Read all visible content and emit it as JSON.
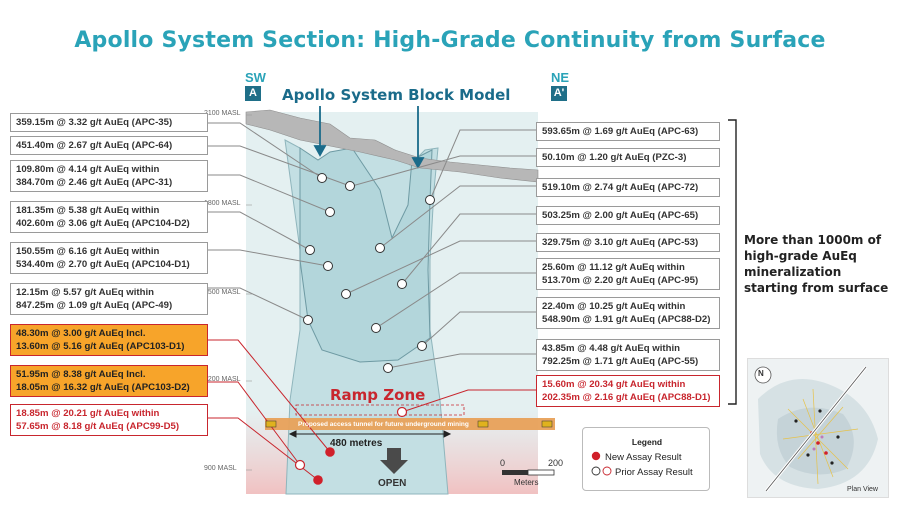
{
  "title": "Apollo System Section: High-Grade Continuity from Surface",
  "section": {
    "sw_label": "SW",
    "sw_letter": "A",
    "ne_label": "NE",
    "ne_letter": "A'",
    "block_model": "Apollo System Block Model",
    "ramp_zone": "Ramp Zone",
    "tunnel_text": "Proposed access tunnel for future underground mining",
    "metres": "480 metres",
    "open": "OPEN",
    "elevations": [
      "2100 MASL",
      "1800 MASL",
      "1500 MASL",
      "1200 MASL",
      "900 MASL"
    ]
  },
  "left_labels": [
    {
      "line1": "359.15m @ 3.32 g/t AuEq (APC-35)",
      "line2": "",
      "style": "normal"
    },
    {
      "line1": "451.40m @ 2.67 g/t AuEq (APC-64)",
      "line2": "",
      "style": "normal"
    },
    {
      "line1": "109.80m @ 4.14 g/t AuEq within",
      "line2": "384.70m @ 2.46 g/t AuEq (APC-31)",
      "style": "normal"
    },
    {
      "line1": "181.35m @ 5.38 g/t AuEq within",
      "line2": "402.60m @ 3.06 g/t AuEq (APC104-D2)",
      "style": "normal"
    },
    {
      "line1": "150.55m @ 6.16 g/t AuEq within",
      "line2": "534.40m @ 2.70 g/t AuEq (APC104-D1)",
      "style": "normal"
    },
    {
      "line1": "12.15m @ 5.57 g/t AuEq within",
      "line2": "847.25m @ 1.09 g/t AuEq (APC-49)",
      "style": "normal"
    },
    {
      "line1": "48.30m @ 3.00 g/t AuEq Incl.",
      "line2": "13.60m @ 5.16 g/t AuEq (APC103-D1)",
      "style": "orange"
    },
    {
      "line1": "51.95m @ 8.38 g/t AuEq Incl.",
      "line2": "18.05m @ 16.32 g/t AuEq (APC103-D2)",
      "style": "orange"
    },
    {
      "line1": "18.85m @ 20.21 g/t AuEq within",
      "line2": "57.65m @ 8.18 g/t AuEq (APC99-D5)",
      "style": "red"
    }
  ],
  "right_labels": [
    {
      "line1": "593.65m @ 1.69 g/t AuEq (APC-63)",
      "line2": "",
      "style": "normal"
    },
    {
      "line1": "50.10m @ 1.20 g/t AuEq (PZC-3)",
      "line2": "",
      "style": "normal"
    },
    {
      "line1": "519.10m @ 2.74 g/t AuEq (APC-72)",
      "line2": "",
      "style": "normal"
    },
    {
      "line1": "503.25m @ 2.00 g/t AuEq (APC-65)",
      "line2": "",
      "style": "normal"
    },
    {
      "line1": "329.75m @ 3.10 g/t AuEq (APC-53)",
      "line2": "",
      "style": "normal"
    },
    {
      "line1": "25.60m @ 11.12 g/t AuEq within",
      "line2": "513.70m @ 2.20 g/t AuEq (APC-95)",
      "style": "normal"
    },
    {
      "line1": "22.40m @ 10.25 g/t AuEq within",
      "line2": "548.90m @ 1.91 g/t AuEq (APC88-D2)",
      "style": "normal"
    },
    {
      "line1": "43.85m @ 4.48 g/t AuEq within",
      "line2": "792.25m @ 1.71 g/t AuEq (APC-55)",
      "style": "normal"
    },
    {
      "line1": "15.60m @ 20.34 g/t AuEq within",
      "line2": "202.35m @ 2.16 g/t AuEq (APC88-D1)",
      "style": "red"
    }
  ],
  "scale": {
    "zero": "0",
    "max": "200",
    "unit": "Meters"
  },
  "legend": {
    "title": "Legend",
    "new": "New Assay Result",
    "prior": "Prior Assay Result",
    "new_color": "#d0202a",
    "prior_color": "#ffffff"
  },
  "callout": "More than 1000m of high-grade AuEq mineralization starting from surface",
  "plan": {
    "label": "Plan View",
    "north": "N"
  },
  "colors": {
    "title": "#2aa3b8",
    "body_fill": "#cde5e8",
    "background_fill": "#e4f0f1",
    "ramp_red": "#c8262e",
    "orange": "#f7a42a"
  }
}
